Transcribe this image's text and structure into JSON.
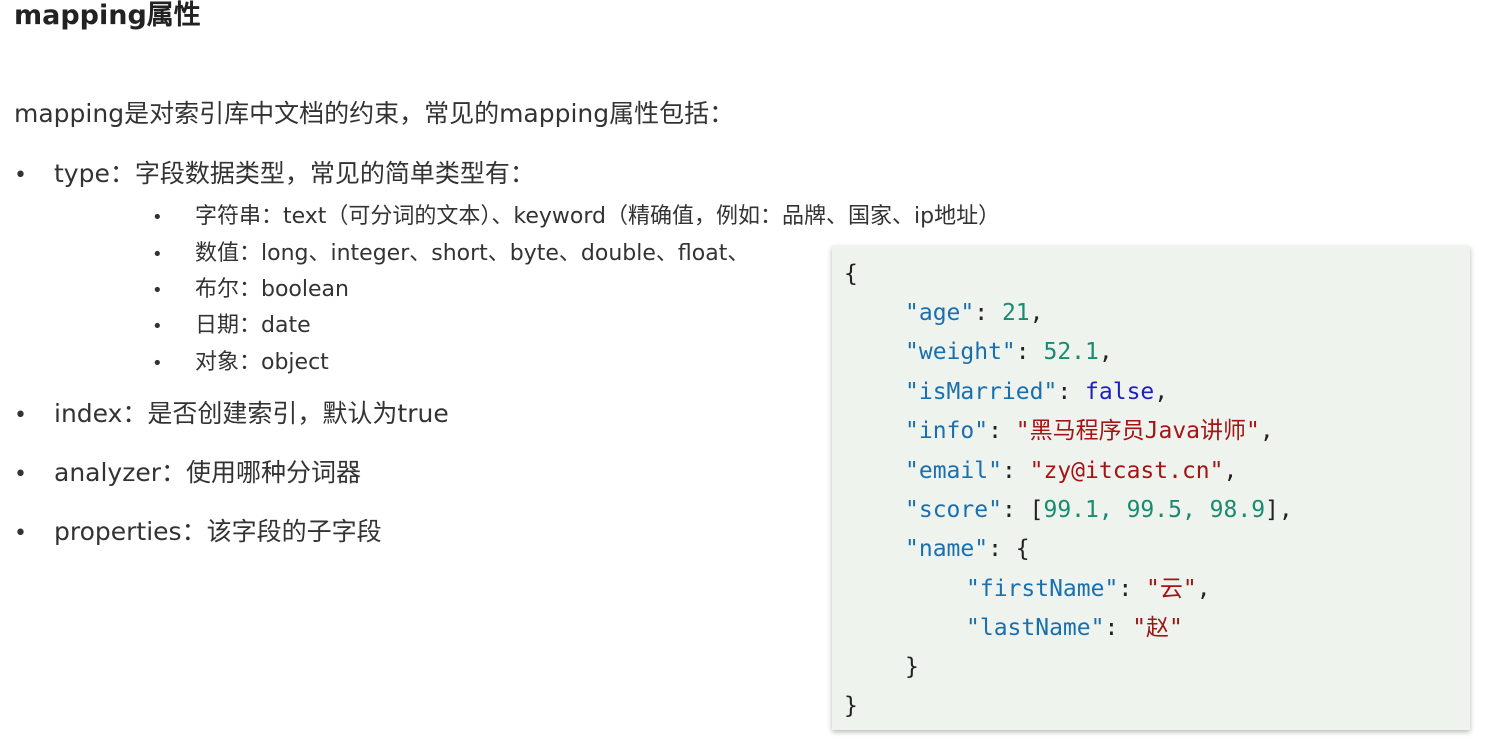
{
  "title": "mapping属性",
  "intro": "mapping是对索引库中文档的约束，常见的mapping属性包括：",
  "bullets": {
    "type": "type：字段数据类型，常见的简单类型有：",
    "index": "index：是否创建索引，默认为true",
    "analyzer": "analyzer：使用哪种分词器",
    "properties": "properties：该字段的子字段"
  },
  "sub_bullets": {
    "string": "字符串：text（可分词的文本）、keyword（精确值，例如：品牌、国家、ip地址）",
    "number": "数值：long、integer、short、byte、double、float、",
    "boolean": "布尔：boolean",
    "date": "日期：date",
    "object": "对象：object"
  },
  "bullet_glyph": "•",
  "code": {
    "open_brace": "{",
    "close_brace": "}",
    "age_key": "\"age\"",
    "age_value": "21",
    "weight_key": "\"weight\"",
    "weight_value": "52.1",
    "married_key": "\"isMarried\"",
    "married_value": "false",
    "info_key": "\"info\"",
    "info_value": "\"黑马程序员Java讲师\"",
    "email_key": "\"email\"",
    "email_value": "\"zy@itcast.cn\"",
    "score_key": "\"score\"",
    "score_value": "99.1, 99.5, 98.9",
    "name_key": "\"name\"",
    "first_key": "\"firstName\"",
    "first_value": "\"云\"",
    "last_key": "\"lastName\"",
    "last_value": "\"赵\"",
    "name_close": "}"
  },
  "colors": {
    "code_key": "#1a6fae",
    "code_number": "#1a8a70",
    "code_string": "#a31515",
    "code_boolean": "#1f1fbe",
    "code_background": "#eef3ee"
  }
}
